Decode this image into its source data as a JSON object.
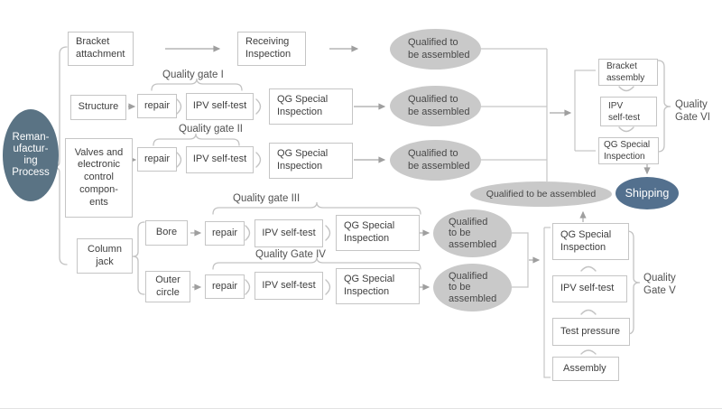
{
  "colors": {
    "process_ellipse": "#5a7384",
    "shipping_ellipse": "#53708e",
    "qualified_ellipse": "#c9c9c9",
    "box_border": "#c5c5c5",
    "connector_line": "#c6c6c6",
    "arrow": "#a8a8a8",
    "text": "#3e3e3e"
  },
  "nodes": {
    "process": "Reman-\nufactur-\ning\nProcess",
    "bracket_attachment": "Bracket\nattachment",
    "receiving_inspection": "Receiving\nInspection",
    "structure": "Structure",
    "valves": "Valves and\nelectronic\ncontrol\ncompon-\nents",
    "column_jack": "Column\njack",
    "bore": "Bore",
    "outer_circle": "Outer\ncircle",
    "repair": "repair",
    "ipv_self_test": "IPV self-test",
    "ipv_self_test_2line": "IPV\nself-test",
    "qg_special_inspection": "QG Special\nInspection",
    "bracket_assembly": "Bracket\nassembly",
    "test_pressure": "Test pressure",
    "assembly": "Assembly",
    "shipping": "Shipping"
  },
  "status": {
    "qualified_2line": "Qualified to\nbe assembled",
    "qualified_3line": "Qualified\nto be\nassembled",
    "qualified_1line": "Qualified to be assembled"
  },
  "gates": {
    "gate1": "Quality gate I",
    "gate2": "Quality gate II",
    "gate3": "Quality gate III",
    "gate4": "Quality Gate IV",
    "gate5": "Quality\nGate V",
    "gate6": "Quality\nGate VI"
  }
}
